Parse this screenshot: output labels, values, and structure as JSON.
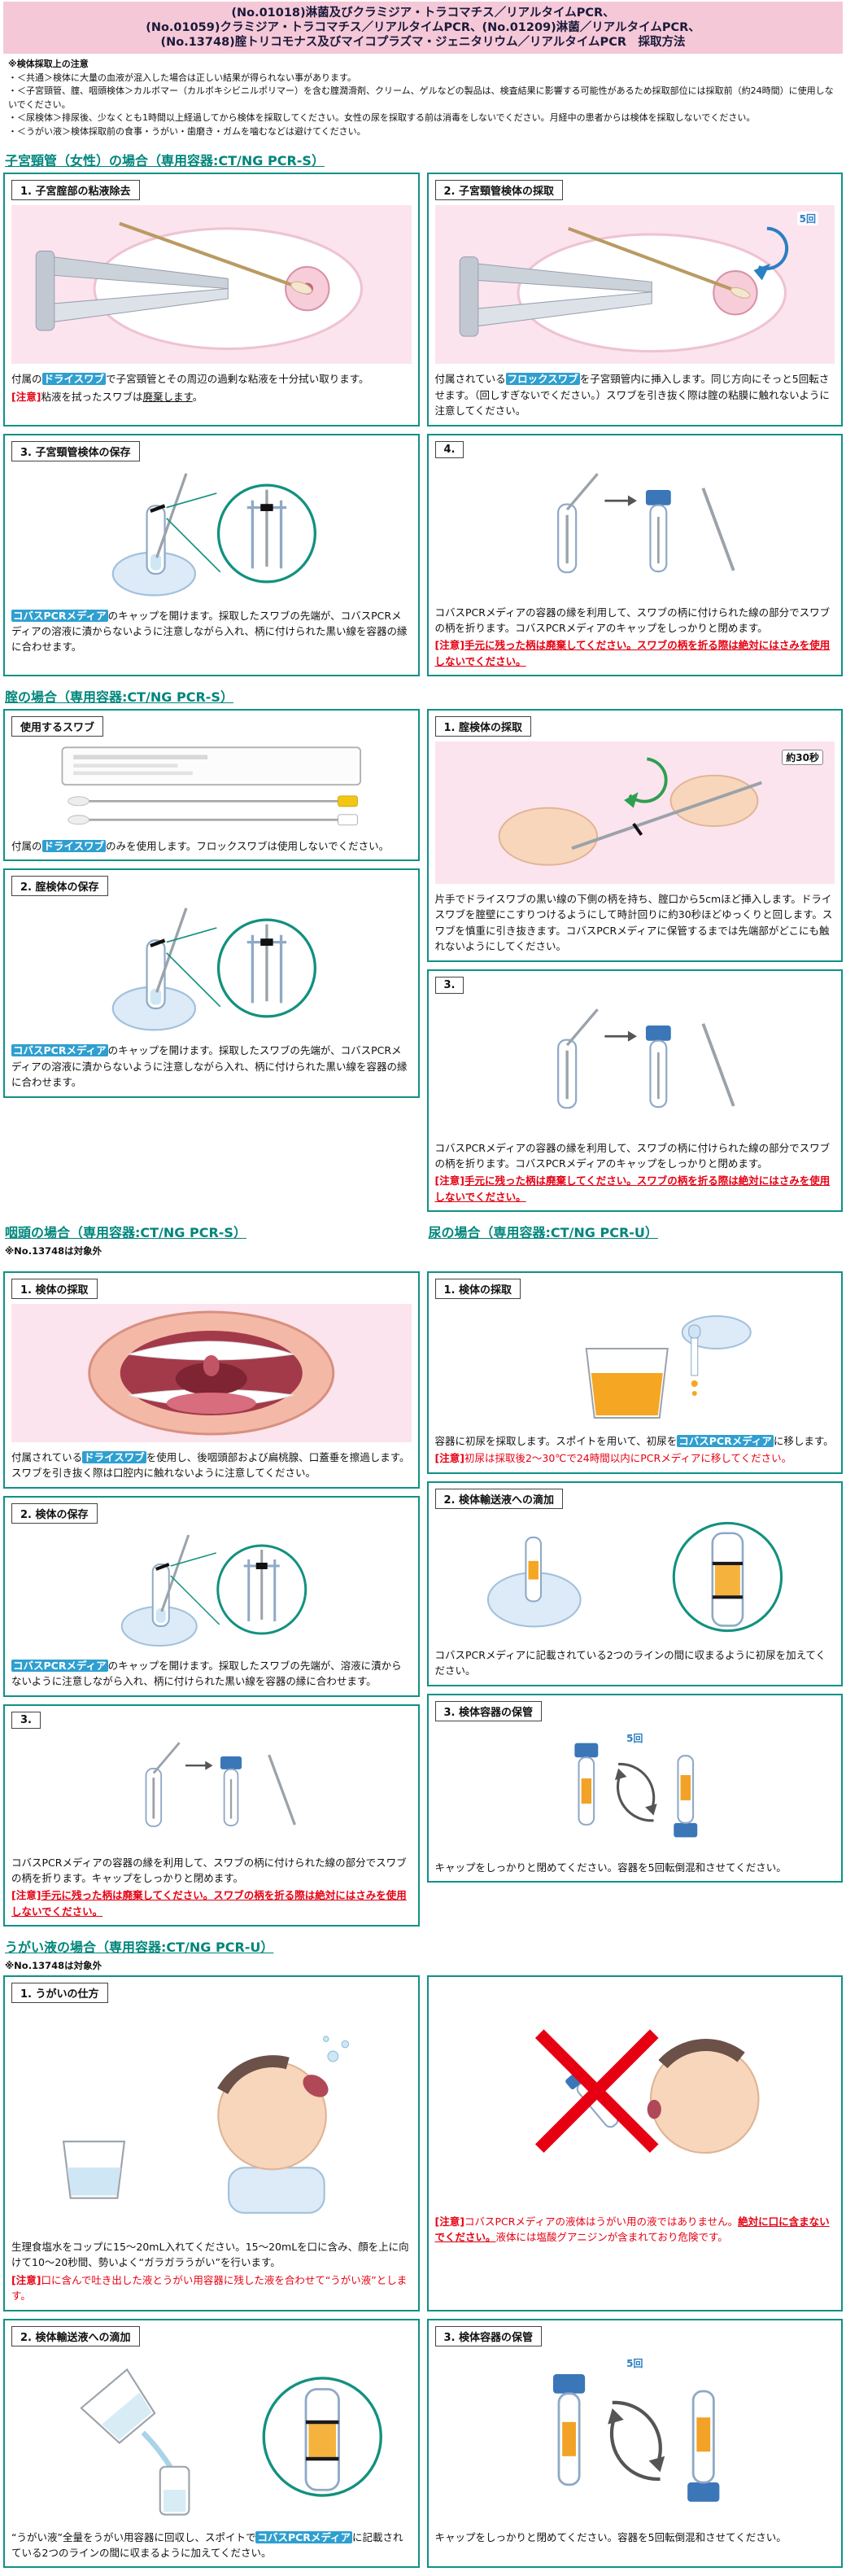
{
  "page": {
    "header_lines": [
      "(No.01018)淋菌及びクラミジア・トラコマチス／リアルタイムPCR、",
      "(No.01059)クラミジア・トラコマチス／リアルタイムPCR、(No.01209)淋菌／リアルタイムPCR、",
      "(No.13748)腟トリコモナス及びマイコプラズマ・ジェニタリウム／リアルタイムPCR　採取方法"
    ]
  },
  "notes": {
    "title": "※検体採取上の注意",
    "items": [
      "・＜共通＞検体に大量の血液が混入した場合は正しい結果が得られない事があります。",
      "・＜子宮頸管、腟、咽頭検体＞カルボマー（カルボキシビニルポリマー）を含む腟潤滑剤、クリーム、ゲルなどの製品は、検査結果に影響する可能性があるため採取部位には採取前（約24時間）に使用しないでください。",
      "・＜尿検体＞排尿後、少なくとも1時間以上経過してから検体を採取してください。女性の尿を採取する前は消毒をしないでください。月経中の患者からは検体を採取しないでください。",
      "・＜うがい液＞検体採取前の食事・うがい・歯磨き・ガムを噛むなどは避けてください。"
    ]
  },
  "labels": {
    "five_times": "5回",
    "about_30s": "約30秒",
    "invert_times": "5回"
  },
  "sections": {
    "cervix": {
      "title": "子宮頸管（女性）の場合（専用容器:CT/NG PCR-S）",
      "cards": [
        {
          "title": "1. 子宮腟部の粘液除去",
          "paras": [
            [
              {
                "t": "付属の",
                "s": "n"
              },
              {
                "t": "ドライスワブ",
                "s": "h"
              },
              {
                "t": "で子宮頸管とその周辺の過剰な粘液を十分拭い取ります。",
                "s": "n"
              }
            ],
            [
              {
                "t": "[注意]",
                "s": "rb"
              },
              {
                "t": "粘液を拭ったスワブは",
                "s": "n"
              },
              {
                "t": "廃棄します",
                "s": "u"
              },
              {
                "t": "。",
                "s": "n"
              }
            ]
          ]
        },
        {
          "title": "2. 子宮頸管検体の採取",
          "paras": [
            [
              {
                "t": "付属されている",
                "s": "n"
              },
              {
                "t": "フロックスワブ",
                "s": "h"
              },
              {
                "t": "を子宮頸管内に挿入します。同じ方向にそっと5回転させます。（回しすぎないでください。）スワブを引き抜く際は腟の粘膜に触れないように注意してください。",
                "s": "n"
              }
            ]
          ]
        },
        {
          "title": "3. 子宮頸管検体の保存",
          "paras": [
            [
              {
                "t": "コバスPCRメディア",
                "s": "h"
              },
              {
                "t": "のキャップを開けます。採取したスワブの先端が、コバスPCRメディアの溶液に漬からないように注意しながら入れ、柄に付けられた黒い線を容器の縁に合わせます。",
                "s": "n"
              }
            ]
          ]
        },
        {
          "title": "4.",
          "paras": [
            [
              {
                "t": "コバスPCRメディアの容器の縁を利用して、スワブの柄に付けられた線の部分でスワブの柄を折ります。コバスPCRメディアのキャップをしっかりと閉めます。",
                "s": "n"
              }
            ],
            [
              {
                "t": "[注意]",
                "s": "rb"
              },
              {
                "t": "手元に残った柄は廃棄してください。スワブの柄を折る際は絶対にはさみを使用しないでください。",
                "s": "ru"
              }
            ]
          ]
        }
      ]
    },
    "vagina": {
      "title": "腟の場合（専用容器:CT/NG PCR-S）",
      "cards": [
        {
          "title": "使用するスワブ",
          "paras": [
            [
              {
                "t": "付属の",
                "s": "n"
              },
              {
                "t": "ドライスワブ",
                "s": "h"
              },
              {
                "t": "のみを使用します。フロックスワブは使用しないでください。",
                "s": "n"
              }
            ]
          ]
        },
        {
          "title": "1. 腟検体の採取",
          "paras": [
            [
              {
                "t": "片手でドライスワブの黒い線の下側の柄を持ち、腟口から5cmほど挿入します。ドライスワブを腟壁にこすりつけるようにして時計回りに約30秒ほどゆっくりと回します。スワブを慎重に引き抜きます。コバスPCRメディアに保管するまでは先端部がどこにも触れないようにしてください。",
                "s": "n"
              }
            ]
          ]
        },
        {
          "title": "2. 腟検体の保存",
          "paras": [
            [
              {
                "t": "コバスPCRメディア",
                "s": "h"
              },
              {
                "t": "のキャップを開けます。採取したスワブの先端が、コバスPCRメディアの溶液に漬からないように注意しながら入れ、柄に付けられた黒い線を容器の縁に合わせます。",
                "s": "n"
              }
            ]
          ]
        },
        {
          "title": "3.",
          "paras": [
            [
              {
                "t": "コバスPCRメディアの容器の縁を利用して、スワブの柄に付けられた線の部分でスワブの柄を折ります。コバスPCRメディアのキャップをしっかりと閉めます。",
                "s": "n"
              }
            ],
            [
              {
                "t": "[注意]",
                "s": "rb"
              },
              {
                "t": "手元に残った柄は廃棄してください。スワブの柄を折る際は絶対にはさみを使用しないでください。",
                "s": "ru"
              }
            ]
          ]
        }
      ]
    },
    "throat": {
      "title": "咽頭の場合（専用容器:CT/NG PCR-S）",
      "subtitle": "※No.13748は対象外",
      "cards": [
        {
          "title": "1. 検体の採取",
          "paras": [
            [
              {
                "t": "付属されている",
                "s": "n"
              },
              {
                "t": "ドライスワブ",
                "s": "h"
              },
              {
                "t": "を使用し、後咽頭部および扁桃腺、口蓋垂を擦過します。スワブを引き抜く際は口腔内に触れないように注意してください。",
                "s": "n"
              }
            ]
          ]
        },
        {
          "title": "2. 検体の保存",
          "paras": [
            [
              {
                "t": "コバスPCRメディア",
                "s": "h"
              },
              {
                "t": "のキャップを開けます。採取したスワブの先端が、溶液に漬からないように注意しながら入れ、柄に付けられた黒い線を容器の縁に合わせます。",
                "s": "n"
              }
            ]
          ]
        },
        {
          "title": "3.",
          "paras": [
            [
              {
                "t": "コバスPCRメディアの容器の縁を利用して、スワブの柄に付けられた線の部分でスワブの柄を折ります。キャップをしっかりと閉めます。",
                "s": "n"
              }
            ],
            [
              {
                "t": "[注意]",
                "s": "rb"
              },
              {
                "t": "手元に残った柄は廃棄してください。スワブの柄を折る際は絶対にはさみを使用しないでください。",
                "s": "ru"
              }
            ]
          ]
        }
      ]
    },
    "urine": {
      "title": "尿の場合（専用容器:CT/NG PCR-U）",
      "cards": [
        {
          "title": "1. 検体の採取",
          "paras": [
            [
              {
                "t": "容器に初尿を採取します。スポイトを用いて、初尿を",
                "s": "n"
              },
              {
                "t": "コバスPCRメディア",
                "s": "h"
              },
              {
                "t": "に移します。",
                "s": "n"
              }
            ],
            [
              {
                "t": "[注意]",
                "s": "rb"
              },
              {
                "t": "初尿は採取後2〜30℃で24時間以内にPCRメディアに移してください。",
                "s": "r"
              }
            ]
          ]
        },
        {
          "title": "2. 検体輸送液への滴加",
          "paras": [
            [
              {
                "t": "コバスPCRメディアに記載されている2つのラインの間に収まるように初尿を加えてください。",
                "s": "n"
              }
            ]
          ]
        },
        {
          "title": "3. 検体容器の保管",
          "paras": [
            [
              {
                "t": "キャップをしっかりと閉めてください。容器を5回転倒混和させてください。",
                "s": "n"
              }
            ]
          ]
        }
      ]
    },
    "gargle": {
      "title": "うがい液の場合（専用容器:CT/NG PCR-U）",
      "subtitle": "※No.13748は対象外",
      "cards": [
        {
          "title": "1. うがいの仕方",
          "paras": [
            [
              {
                "t": "生理食塩水をコップに15〜20mL入れてください。15〜20mLを口に含み、顔を上に向けて10〜20秒間、勢いよく“ガラガラうがい”を行います。",
                "s": "n"
              }
            ],
            [
              {
                "t": "[注意]",
                "s": "rb"
              },
              {
                "t": "口に含んで吐き出した液とうがい用容器に残した液を合わせて“うがい液”とします。",
                "s": "r"
              }
            ]
          ]
        },
        {
          "title": "",
          "paras": [
            [
              {
                "t": "[注意]",
                "s": "rb"
              },
              {
                "t": "コバスPCRメディアの液体はうがい用の液ではありません。",
                "s": "r"
              },
              {
                "t": "絶対に口に含まないでください。",
                "s": "ru"
              },
              {
                "t": "液体には塩酸グアニジンが含まれており危険です。",
                "s": "r"
              }
            ]
          ]
        },
        {
          "title": "2. 検体輸送液への滴加",
          "paras": [
            [
              {
                "t": "“うがい液”全量をうがい用容器に回収し、スポイトで",
                "s": "n"
              },
              {
                "t": "コバスPCRメディア",
                "s": "h"
              },
              {
                "t": "に記載されている2つのラインの間に収まるように加えてください。",
                "s": "n"
              }
            ]
          ]
        },
        {
          "title": "3. 検体容器の保管",
          "paras": [
            [
              {
                "t": "キャップをしっかりと閉めてください。容器を5回転倒混和させてください。",
                "s": "n"
              }
            ]
          ]
        }
      ]
    }
  }
}
